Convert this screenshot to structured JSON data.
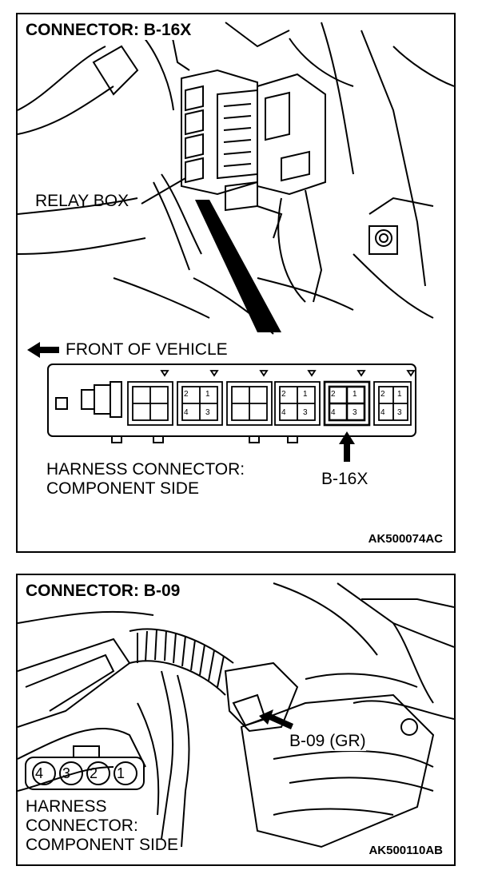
{
  "panel1": {
    "title": "CONNECTOR: B-16X",
    "relay_box_label": "RELAY BOX",
    "front_label": "FRONT OF VEHICLE",
    "harness_line1": "HARNESS CONNECTOR:",
    "harness_line2": "COMPONENT SIDE",
    "connector_label": "B-16X",
    "figure_code": "AK500074AC",
    "pin_numbers": [
      "2",
      "1",
      "4",
      "3"
    ]
  },
  "panel2": {
    "title": "CONNECTOR: B-09",
    "connector_label": "B-09 (GR)",
    "harness_line1": "HARNESS",
    "harness_line2": "CONNECTOR:",
    "harness_line3": "COMPONENT SIDE",
    "figure_code": "AK500110AB",
    "pins": [
      "4",
      "3",
      "2",
      "1"
    ]
  }
}
